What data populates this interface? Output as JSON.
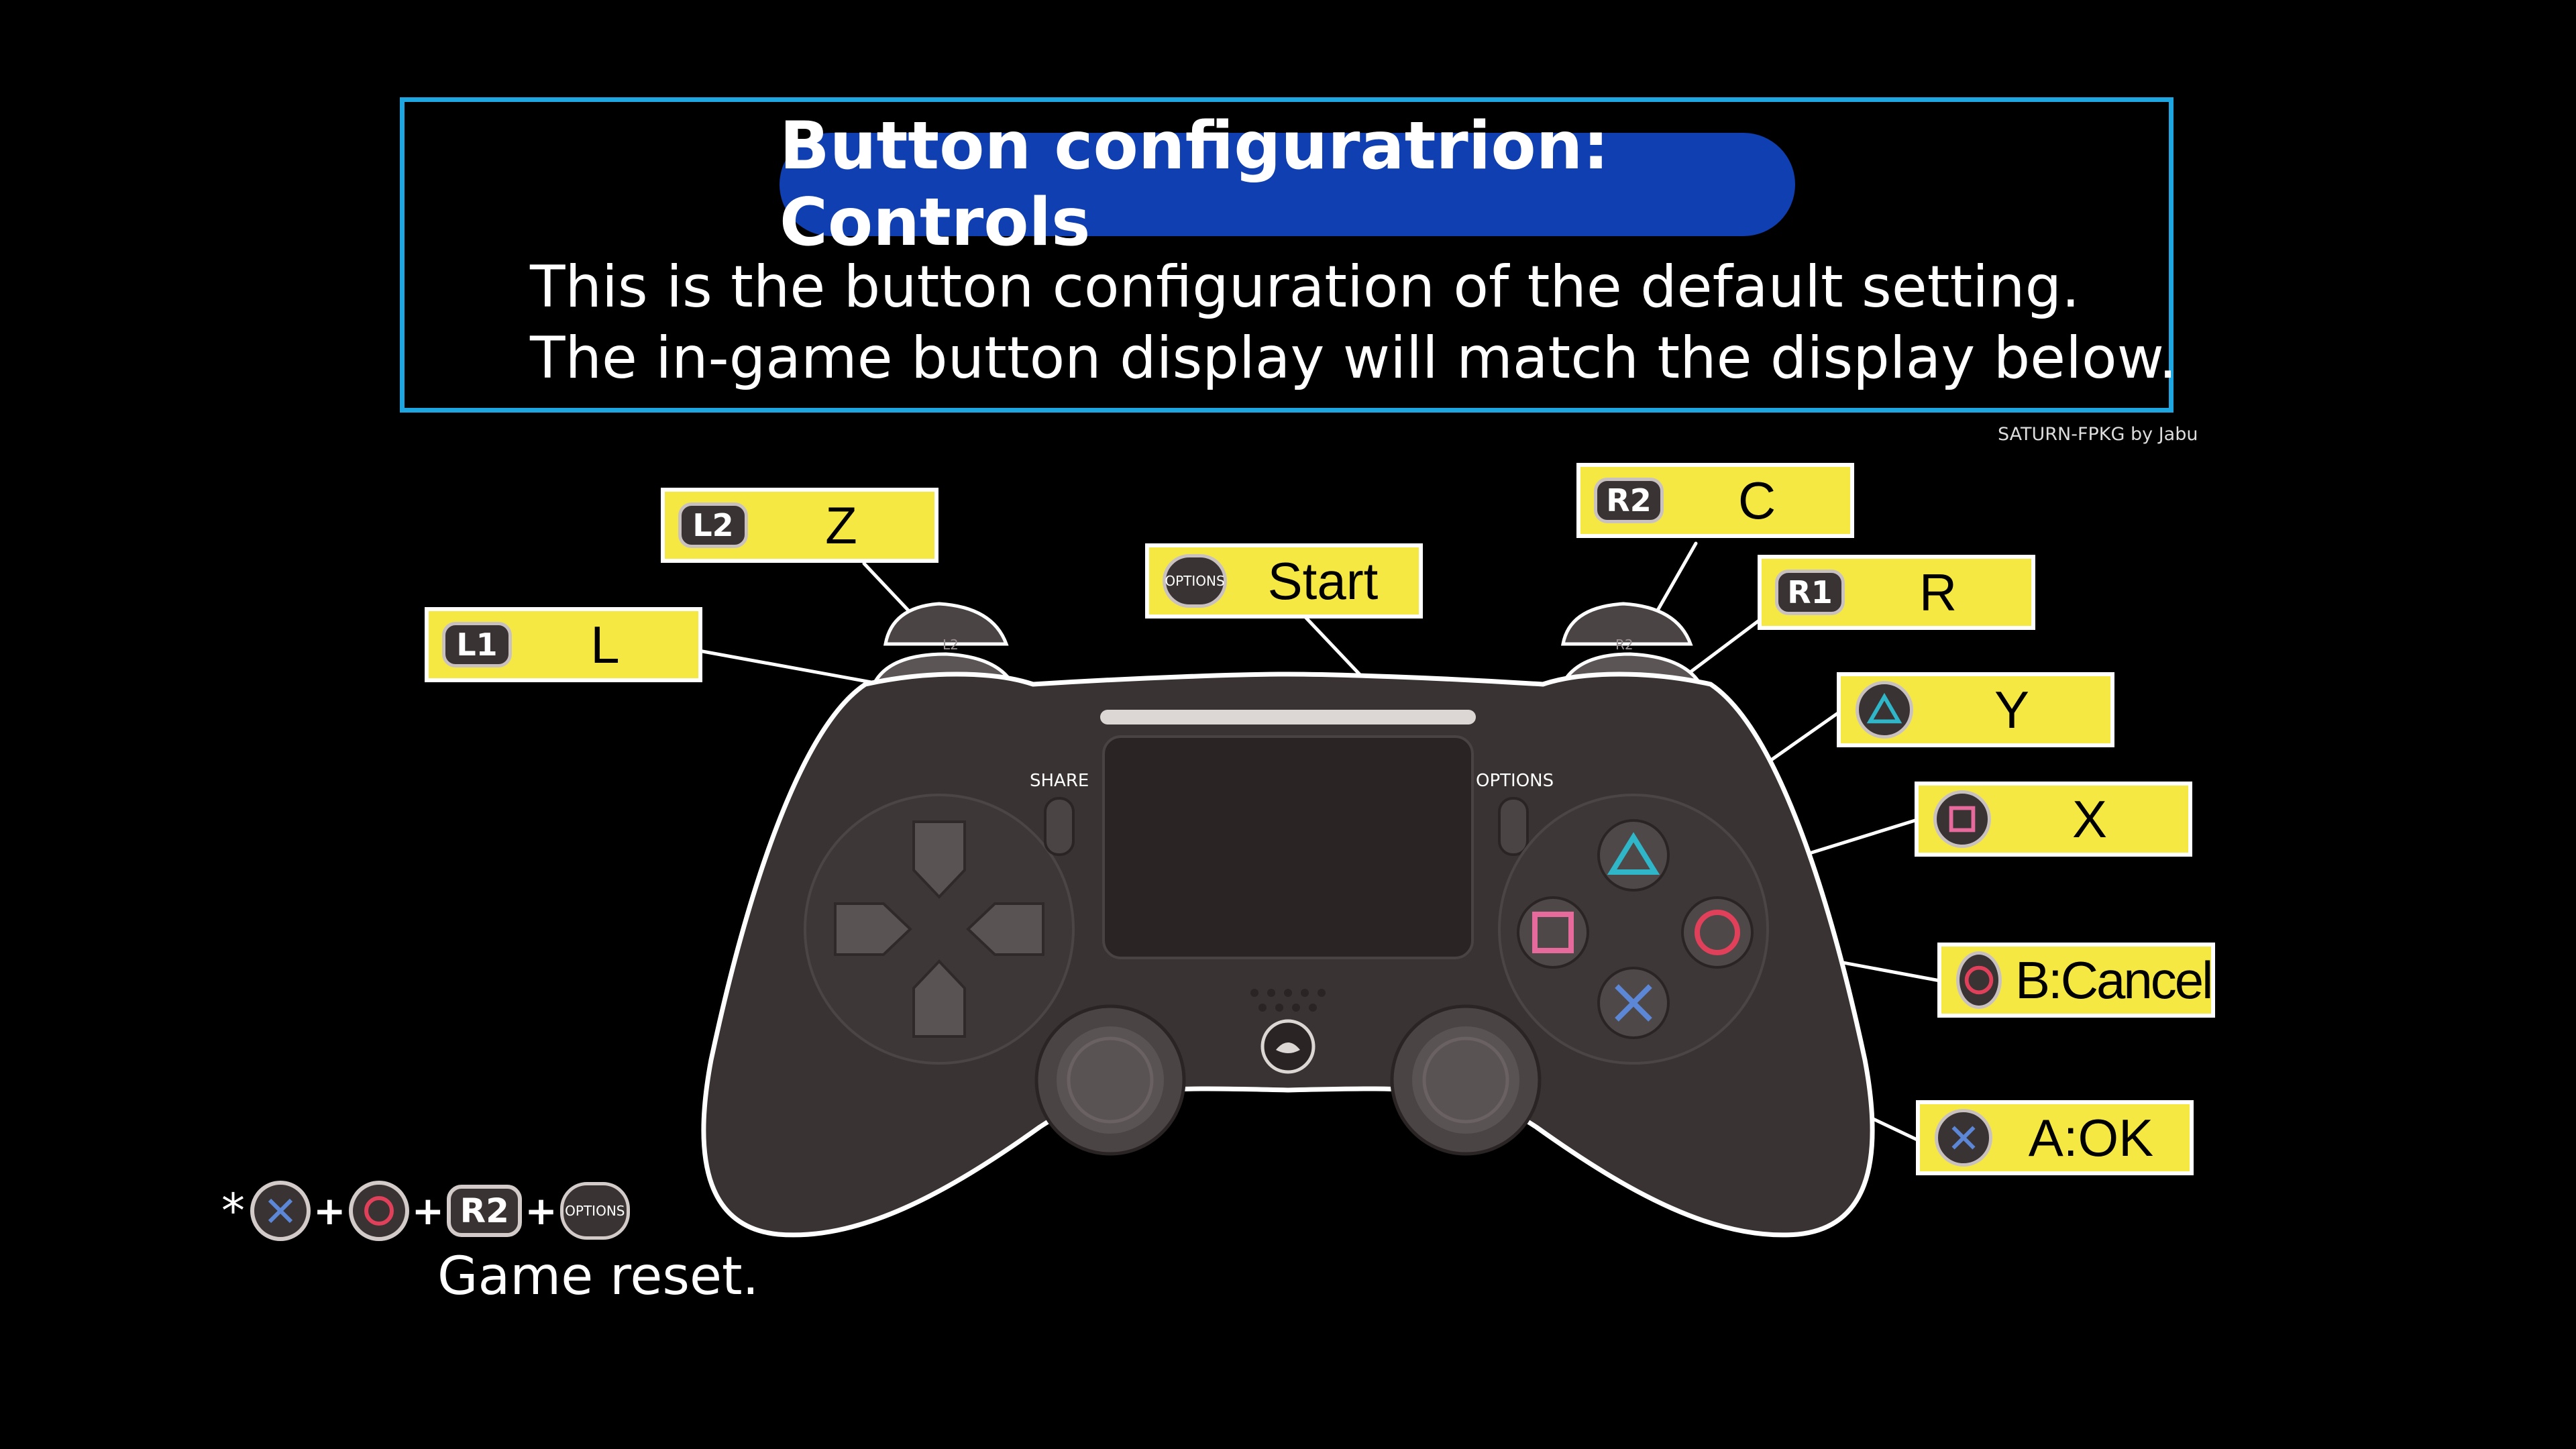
{
  "header": {
    "title": "Button configuratrion: Controls",
    "line1": "This is the button configuration of the default setting.",
    "line2": "The in-game button display will match the display below.",
    "credit": "SATURN-FPKG by Jabu"
  },
  "controller": {
    "share_label": "SHARE",
    "options_label": "OPTIONS",
    "l1_text": "L1",
    "l2_text": "L2",
    "r1_text": "R1",
    "r2_text": "R2"
  },
  "mappings": {
    "l2": {
      "button": "L2",
      "action": "Z"
    },
    "l1": {
      "button": "L1",
      "action": "L"
    },
    "options": {
      "button": "OPTIONS",
      "action": "Start"
    },
    "r2": {
      "button": "R2",
      "action": "C"
    },
    "r1": {
      "button": "R1",
      "action": "R"
    },
    "triangle": {
      "button": "triangle-icon",
      "action": "Y"
    },
    "square": {
      "button": "square-icon",
      "action": "X"
    },
    "circle": {
      "button": "circle-icon",
      "action": "B:Cancel"
    },
    "cross": {
      "button": "cross-icon",
      "action": "A:OK"
    }
  },
  "reset": {
    "star": "*",
    "plus": "+",
    "r2": "R2",
    "options": "OPTIONS",
    "text": "Game reset."
  },
  "colors": {
    "label_bg": "#f6e843",
    "title_bg": "#0f3fb0",
    "frame": "#1da6e0",
    "triangle": "#2fb6c9",
    "square": "#e66a9c",
    "circle": "#e0405a",
    "cross": "#5c86d6"
  }
}
